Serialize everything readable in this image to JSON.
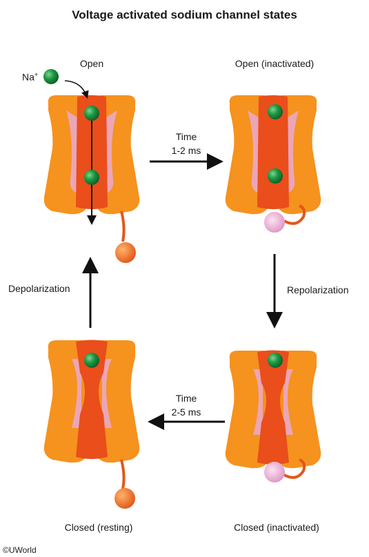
{
  "title": "Voltage activated sodium channel states",
  "states": {
    "open": "Open",
    "open_inactivated": "Open (inactivated)",
    "closed_resting": "Closed (resting)",
    "closed_inactivated": "Closed (inactivated)"
  },
  "transitions": {
    "time_short_label": "Time",
    "time_short_value": "1-2 ms",
    "repolarization": "Repolarization",
    "time_long_label": "Time",
    "time_long_value": "2-5 ms",
    "depolarization": "Depolarization"
  },
  "ion": {
    "label": "Na",
    "charge": "+"
  },
  "copyright": "©UWorld",
  "colors": {
    "channel_orange": "#f6921e",
    "pore_red": "#e94e1b",
    "pore_pink": "#e9a9d2",
    "sodium_green": "#1e8a3c",
    "gate_orange": "#ef6b1f",
    "inactivation_pink": "#eaa7cf"
  }
}
